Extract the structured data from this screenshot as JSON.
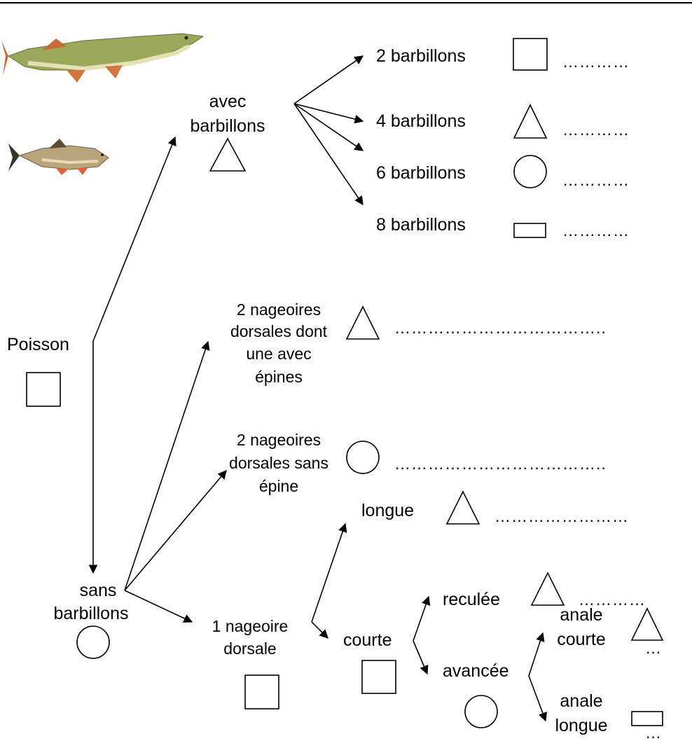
{
  "root": {
    "label": "Poisson",
    "shape": "square"
  },
  "avec": {
    "line1": "avec",
    "line2": "barbillons",
    "shape": "triangle",
    "children": [
      {
        "label": "2 barbillons",
        "shape": "square",
        "blank": "…………"
      },
      {
        "label": "4 barbillons",
        "shape": "triangle",
        "blank": "…………"
      },
      {
        "label": "6 barbillons",
        "shape": "circle",
        "blank": "…………"
      },
      {
        "label": "8 barbillons",
        "shape": "rectangle",
        "blank": "…………"
      }
    ]
  },
  "sans": {
    "line1": "sans",
    "line2": "barbillons",
    "shape": "circle",
    "dorsal_two_spines": {
      "lines": [
        "2 nageoires",
        "dorsales dont",
        "une avec",
        "épines"
      ],
      "shape": "triangle",
      "blank": "……………………………….."
    },
    "dorsal_two_no_spine": {
      "lines": [
        "2 nageoires",
        "dorsales sans",
        "épine"
      ],
      "shape": "circle",
      "blank": "……………………………….."
    },
    "dorsal_one": {
      "lines": [
        "1 nageoire",
        "dorsale"
      ],
      "shape": "square",
      "longue": {
        "label": "longue",
        "shape": "triangle",
        "blank": "……………………"
      },
      "courte": {
        "label": "courte",
        "shape": "square",
        "reculee": {
          "label": "reculée",
          "shape": "triangle",
          "blank": "…………"
        },
        "avancee": {
          "label": "avancée",
          "shape": "circle",
          "anale_courte": {
            "line1": "anale",
            "line2": "courte",
            "shape": "triangle",
            "blank": "…"
          },
          "anale_longue": {
            "line1": "anale",
            "line2": "longue",
            "shape": "rectangle",
            "blank": "…"
          }
        }
      }
    }
  },
  "images": [
    "pike-fish",
    "small-fish"
  ]
}
